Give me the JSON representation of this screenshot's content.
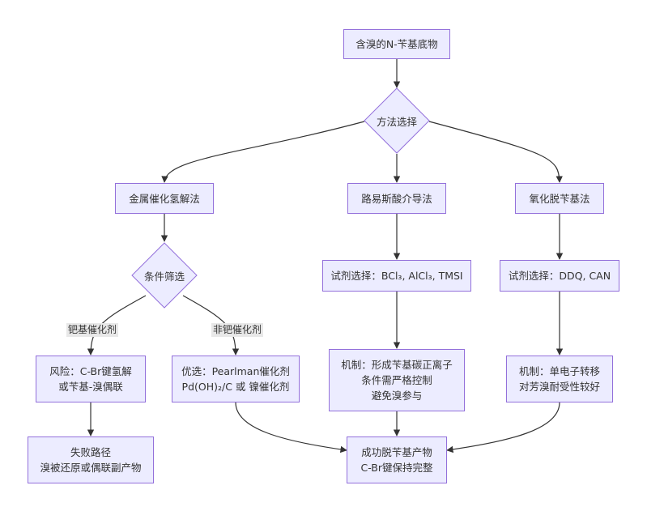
{
  "nodes": {
    "start": [
      "含溴的N-苄基底物"
    ],
    "method": [
      "方法选择"
    ],
    "metal": [
      "金属催化氢解法"
    ],
    "lewis": [
      "路易斯酸介导法"
    ],
    "oxid": [
      "氧化脱苄基法"
    ],
    "cond": [
      "条件筛选"
    ],
    "lewis_reagent": [
      "试剂选择：BCl₃, AlCl₃, TMSI"
    ],
    "oxid_reagent": [
      "试剂选择：DDQ, CAN"
    ],
    "risk": [
      "风险：C-Br键氢解",
      "或苄基-溴偶联"
    ],
    "pref": [
      "优选：Pearlman催化剂",
      "Pd(OH)₂/C 或 镍催化剂"
    ],
    "lewis_mech": [
      "机制：形成苄基碳正离子",
      "条件需严格控制",
      "避免溴参与"
    ],
    "oxid_mech": [
      "机制：单电子转移",
      "对芳溴耐受性较好"
    ],
    "fail": [
      "失败路径",
      "溴被还原或偶联副产物"
    ],
    "success": [
      "成功脱苄基产物",
      "C-Br键保持完整"
    ]
  },
  "edge_labels": {
    "pd": "钯基催化剂",
    "nonpd": "非钯催化剂"
  },
  "colors": {
    "node_fill": "#ECECFF",
    "node_border": "#9370DB",
    "edge": "#333333",
    "label_bg": "#e8e8e8"
  }
}
